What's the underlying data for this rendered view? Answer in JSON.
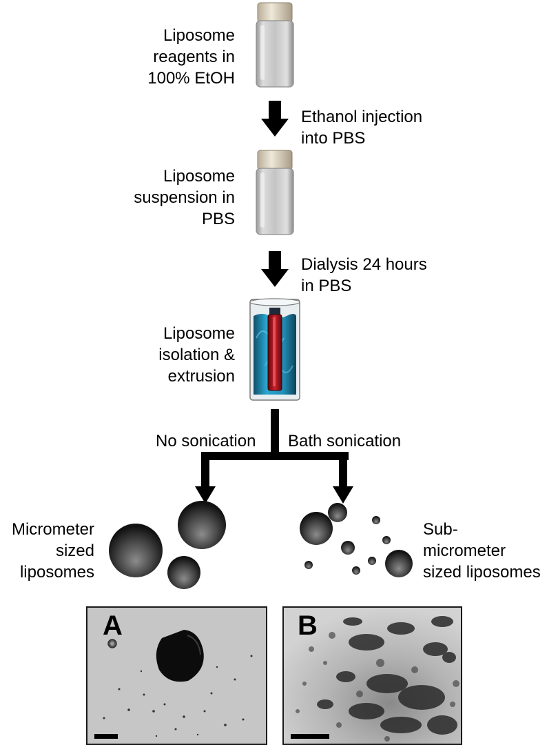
{
  "steps": [
    {
      "label": "Liposome\nreagents in\n100% EtOH"
    },
    {
      "label": "Liposome\nsuspension in\nPBS"
    },
    {
      "label": "Liposome\nisolation &\nextrusion"
    }
  ],
  "transitions": [
    {
      "label": "Ethanol injection\ninto PBS"
    },
    {
      "label": "Dialysis 24 hours\nin PBS"
    }
  ],
  "branches": {
    "left": "No sonication",
    "right": "Bath sonication"
  },
  "outcomes": {
    "left": "Micrometer\nsized\nliposomes",
    "right": "Sub-\nmicrometer\nsized liposomes"
  },
  "panels": [
    {
      "letter": "A"
    },
    {
      "letter": "B"
    }
  ]
}
